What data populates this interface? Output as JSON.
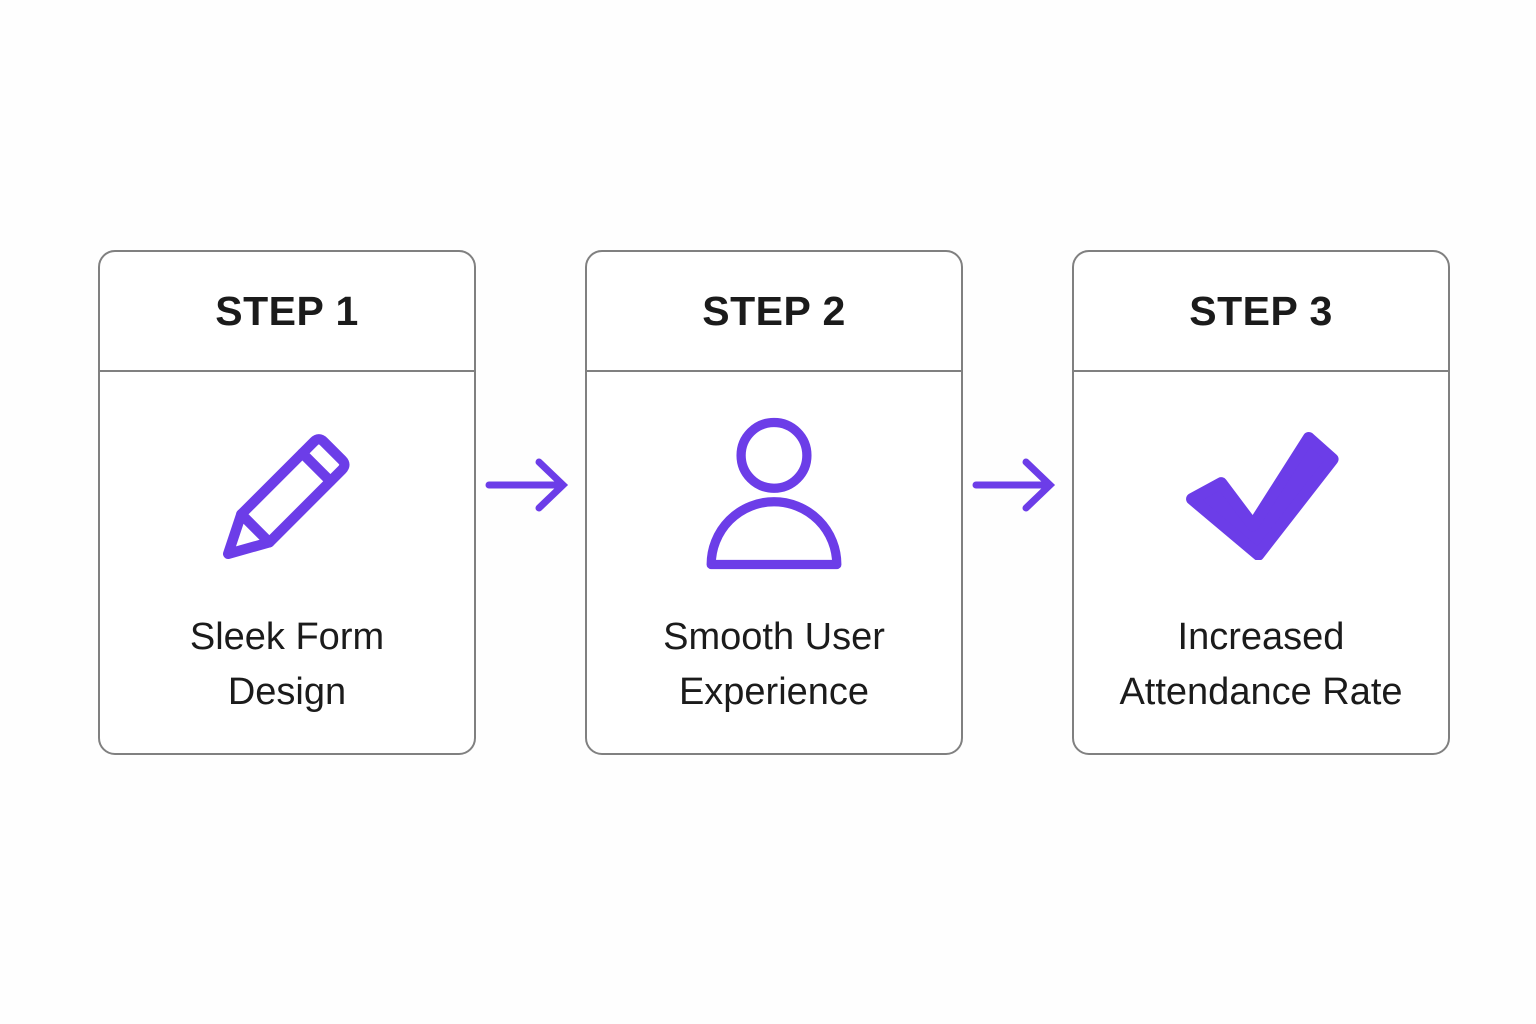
{
  "theme": {
    "background": "#FEFEFE",
    "accent_purple": "#6C3DE8",
    "border_gray": "#808080",
    "text_color": "#1B1B1B"
  },
  "diagram": {
    "type": "three-step-process-flow",
    "steps": [
      {
        "header": "STEP 1",
        "icon": "pencil-icon",
        "caption_line_1": "Sleek Form",
        "caption_line_2": "Design"
      },
      {
        "header": "STEP 2",
        "icon": "person-icon",
        "caption_line_1": "Smooth User",
        "caption_line_2": "Experience"
      },
      {
        "header": "STEP 3",
        "icon": "check-icon",
        "caption_line_1": "Increased",
        "caption_line_2": "Attendance Rate"
      }
    ],
    "connectors": [
      {
        "icon": "arrow-right-icon"
      },
      {
        "icon": "arrow-right-icon"
      }
    ]
  }
}
